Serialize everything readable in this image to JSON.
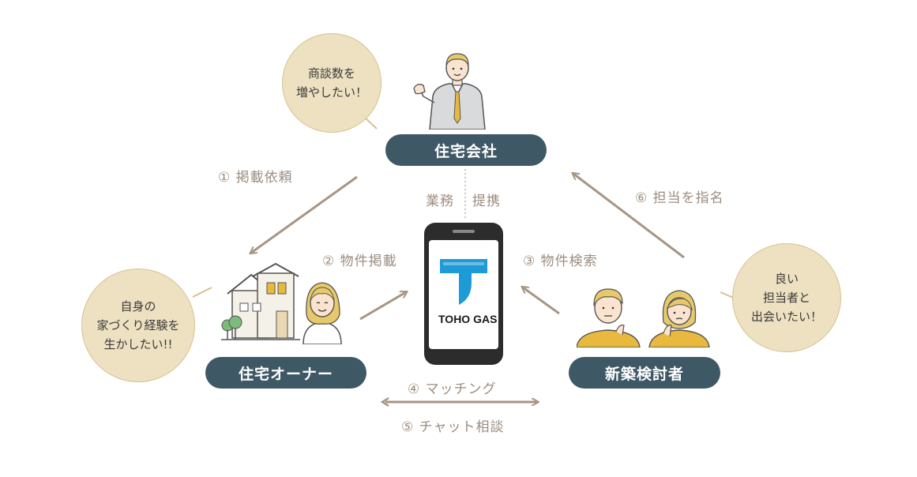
{
  "nodes": {
    "company": "住宅会社",
    "owner": "住宅オーナー",
    "seeker": "新築検討者"
  },
  "bubbles": {
    "company": [
      "商談数を",
      "増やしたい！"
    ],
    "owner": [
      "自身の",
      "家づくり経験を",
      "生かしたい!!"
    ],
    "seeker": [
      "良い",
      "担当者と",
      "出会いたい！"
    ]
  },
  "steps": {
    "s1": "① 掲載依頼",
    "s2": "② 物件掲載",
    "s3": "③ 物件検索",
    "s4": "④ マッチング",
    "s5": "⑤ チャット相談",
    "s6": "⑥ 担当を指名"
  },
  "partnership": {
    "left": "業務",
    "right": "提携"
  },
  "app": {
    "logo_text": "TOHO GAS"
  },
  "colors": {
    "node": "#3f5866",
    "bubble": "#ede1c1",
    "arrow": "#a89583",
    "logo_blue": "#1e9ad6",
    "accent_yellow": "#e8b93c"
  }
}
